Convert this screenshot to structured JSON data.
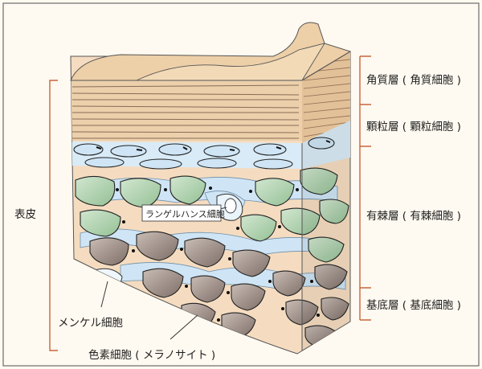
{
  "diagram": {
    "labels": {
      "keratin_layer": "角質層 ( 角質細胞 )",
      "granular_layer": "顆粒層 ( 顆粒細胞 )",
      "spinous_layer": "有棘層 ( 有棘細胞 )",
      "basal_layer": "基底層 ( 基底細胞 )",
      "epidermis": "表皮",
      "langerhans": "ランゲルハンス細胞",
      "merkel": "メンケル細胞",
      "melanocyte": "色素細胞 ( メラノサイト )"
    },
    "colors": {
      "frame": "#6b6b6b",
      "background": "#fffaf1",
      "skin_top": "#edcfa8",
      "skin_side": "#e9c59a",
      "matrix": "#f5dcc0",
      "granular_blue": "#cfe5f5",
      "green_cells": "#b7d6b5",
      "brown_cells": "#a89890",
      "bracket": "#c8643c"
    }
  }
}
